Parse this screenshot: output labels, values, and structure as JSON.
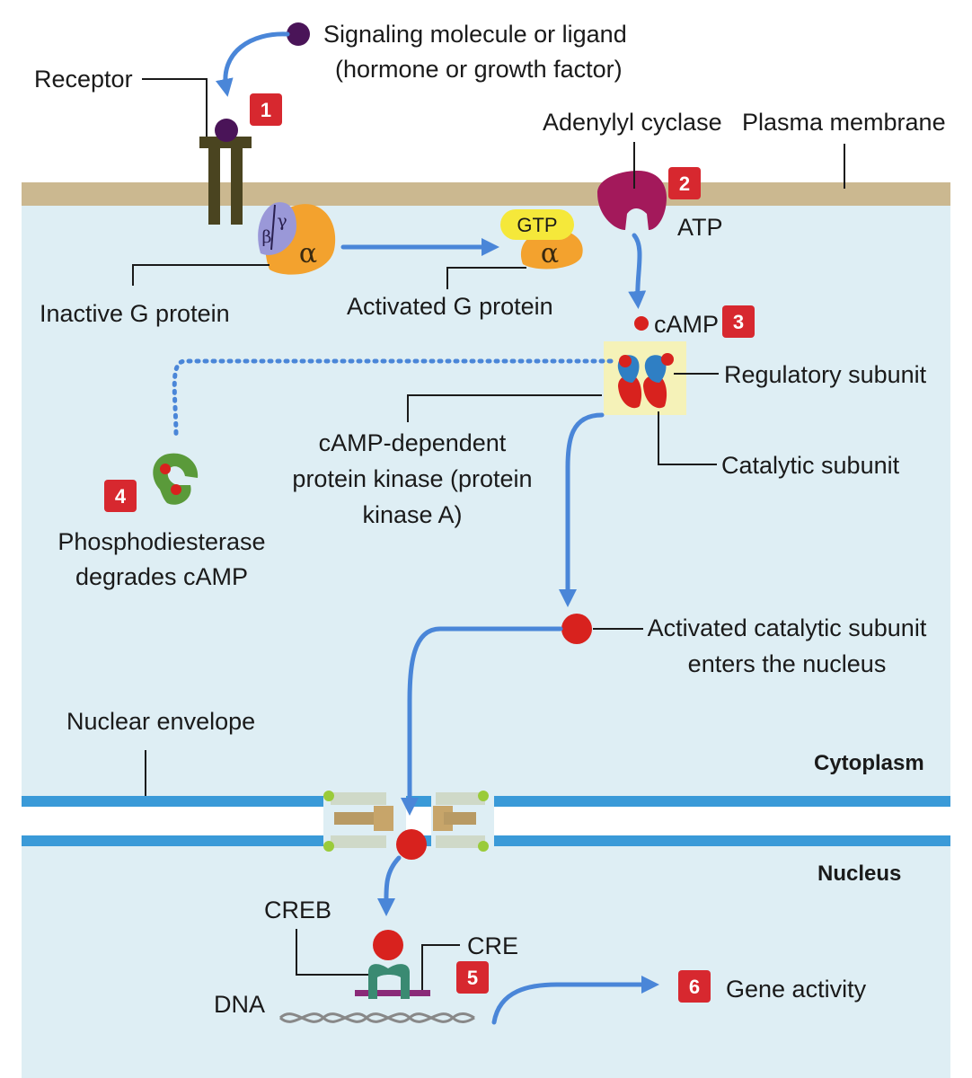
{
  "labels": {
    "ligand_1": "Signaling molecule or ligand",
    "ligand_2": "(hormone or growth factor)",
    "receptor": "Receptor",
    "adenylyl_cyclase": "Adenylyl cyclase",
    "plasma_membrane": "Plasma membrane",
    "atp": "ATP",
    "gtp": "GTP",
    "inactive_g": "Inactive G protein",
    "activated_g": "Activated G protein",
    "camp": "cAMP",
    "regulatory": "Regulatory subunit",
    "catalytic": "Catalytic subunit",
    "pka_1": "cAMP-dependent",
    "pka_2": "protein kinase (protein",
    "pka_3": "kinase A)",
    "pde_1": "Phosphodiesterase",
    "pde_2": "degrades cAMP",
    "activated_cat_1": "Activated catalytic subunit",
    "activated_cat_2": "enters the nucleus",
    "nuclear_envelope": "Nuclear envelope",
    "cytoplasm": "Cytoplasm",
    "nucleus": "Nucleus",
    "creb": "CREB",
    "cre": "CRE",
    "dna": "DNA",
    "gene_activity": "Gene activity",
    "alpha": "α",
    "beta": "β",
    "gamma": "γ"
  },
  "steps": [
    "1",
    "2",
    "3",
    "4",
    "5",
    "6"
  ],
  "colors": {
    "cytoplasm_fill": "#deeef4",
    "membrane": "#cbb890",
    "arrow": "#4a86d8",
    "step_badge": "#d7282f",
    "g_alpha": "#f3a22e",
    "g_beta_gamma": "#9a98d8",
    "adenylyl_cyclase": "#a3195b",
    "camp": "#d8221e",
    "pka_regulatory": "#2f7fc4",
    "pde": "#5a9a3a",
    "creb": "#3a8a72",
    "nuclear_envelope": "#3a9ad8"
  }
}
